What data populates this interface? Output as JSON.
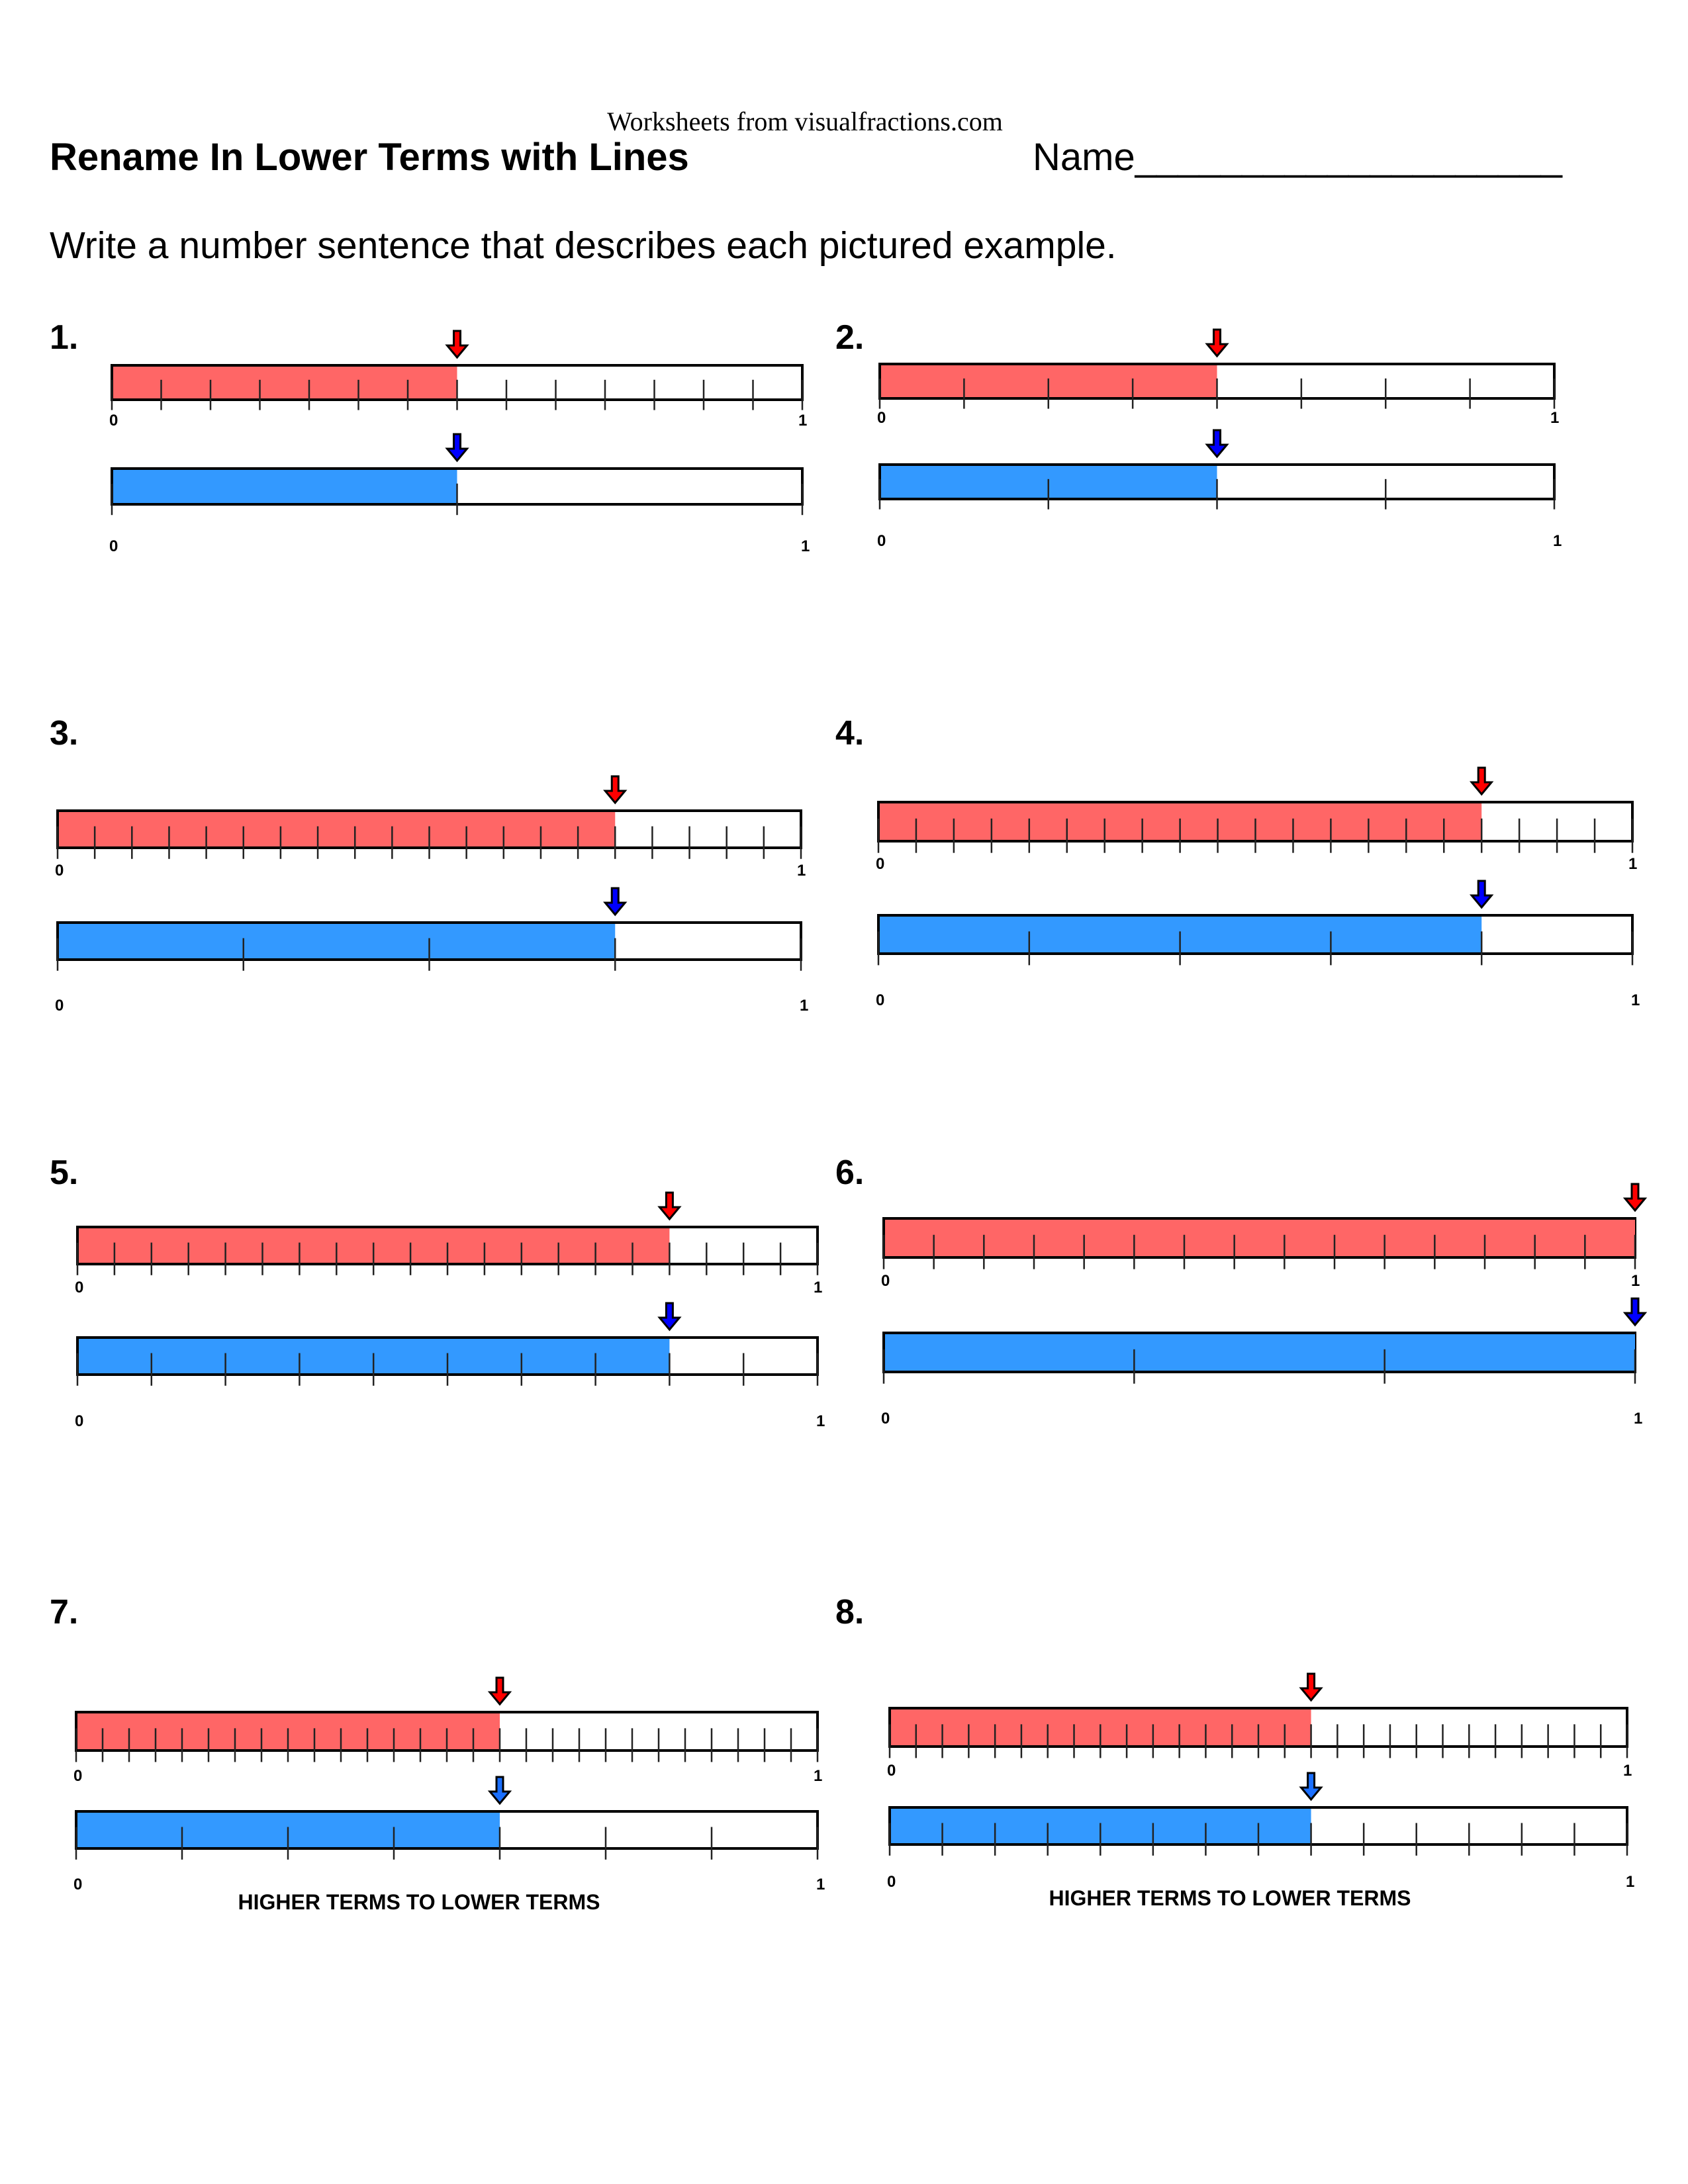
{
  "header": {
    "source": "Worksheets from visualfractions.com",
    "title": "Rename In Lower Terms with Lines",
    "name_label": "Name____________________",
    "instructions": "Write a number sentence that describes each pictured example."
  },
  "colors": {
    "top_fill": "#ff6666",
    "bottom_fill": "#3399ff",
    "top_arrow": "#ff0000",
    "bottom_arrow": "#0000ff",
    "bottom_arrow_alt": "#1a6fff"
  },
  "problems": [
    {
      "number": "1.",
      "top": {
        "divisions": 14,
        "shaded": 7
      },
      "bottom": {
        "divisions": 2,
        "shaded": 1
      },
      "start_label": "0",
      "end_label": "1"
    },
    {
      "number": "2.",
      "top": {
        "divisions": 8,
        "shaded": 4
      },
      "bottom": {
        "divisions": 4,
        "shaded": 2
      },
      "start_label": "0",
      "end_label": "1"
    },
    {
      "number": "3.",
      "top": {
        "divisions": 20,
        "shaded": 15
      },
      "bottom": {
        "divisions": 4,
        "shaded": 3
      },
      "start_label": "0",
      "end_label": "1"
    },
    {
      "number": "4.",
      "top": {
        "divisions": 20,
        "shaded": 16
      },
      "bottom": {
        "divisions": 5,
        "shaded": 4
      },
      "start_label": "0",
      "end_label": "1"
    },
    {
      "number": "5.",
      "top": {
        "divisions": 20,
        "shaded": 16
      },
      "bottom": {
        "divisions": 10,
        "shaded": 8
      },
      "start_label": "0",
      "end_label": "1"
    },
    {
      "number": "6.",
      "top": {
        "divisions": 15,
        "shaded": 15
      },
      "bottom": {
        "divisions": 3,
        "shaded": 3
      },
      "start_label": "0",
      "end_label": "1"
    },
    {
      "number": "7.",
      "top": {
        "divisions": 28,
        "shaded": 16
      },
      "bottom": {
        "divisions": 7,
        "shaded": 4
      },
      "start_label": "0",
      "end_label": "1",
      "footer": "HIGHER TERMS TO LOWER TERMS"
    },
    {
      "number": "8.",
      "top": {
        "divisions": 28,
        "shaded": 16
      },
      "bottom": {
        "divisions": 14,
        "shaded": 8
      },
      "start_label": "0",
      "end_label": "1",
      "footer": "HIGHER TERMS TO LOWER TERMS"
    }
  ]
}
